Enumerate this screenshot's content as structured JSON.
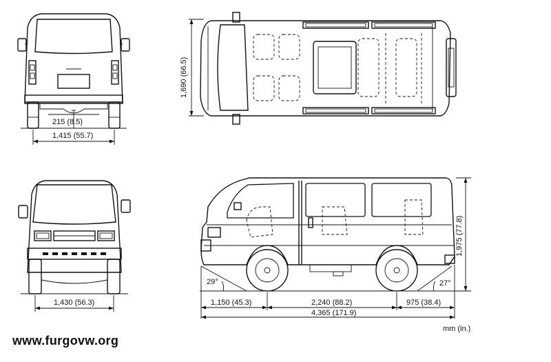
{
  "views": {
    "rear": {
      "ground_clearance": "215 (8.5)",
      "rear_track": "1,415 (55.7)"
    },
    "top": {
      "overall_width": "1,690 (66.5)"
    },
    "front": {
      "front_track": "1,430 (56.3)"
    },
    "side": {
      "overall_height": "1,975 (77.8)",
      "approach_angle": "29°",
      "departure_angle": "27°",
      "front_overhang": "1,150 (45.3)",
      "wheelbase": "2,240 (88.2)",
      "rear_overhang": "975 (38.4)",
      "overall_length": "4,365 (171.9)"
    }
  },
  "units_note": "mm (in.)",
  "watermark": "www.furgovw.org"
}
